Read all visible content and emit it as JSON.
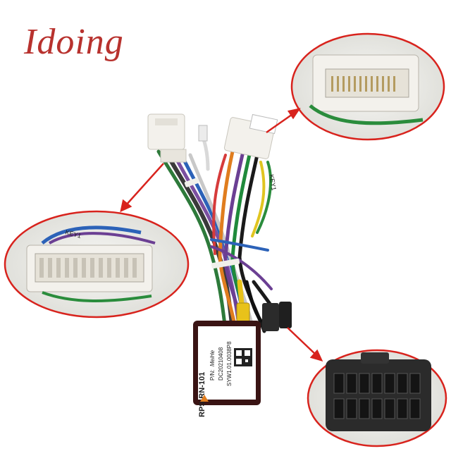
{
  "brand": {
    "text": "Idoing",
    "color": "#b8322e"
  },
  "module": {
    "model": "RPS-RN-101",
    "pn_label": "P/N:",
    "pn_value": "MeiHe",
    "code1": "DC20210408",
    "code2": "SYW1.01.0038P8"
  },
  "labels": {
    "key_left": "KEY1",
    "key_right": "KEY1"
  },
  "colors": {
    "arrow": "#d8231d",
    "connector": "#f3f1ec",
    "module": "#3a1414",
    "plug": "#2b2b2b",
    "rca": "#e8c21a"
  },
  "icons": [
    "arrow-icon",
    "arrow-icon",
    "arrow-icon",
    "warning-logo-icon",
    "qr-code-icon"
  ]
}
